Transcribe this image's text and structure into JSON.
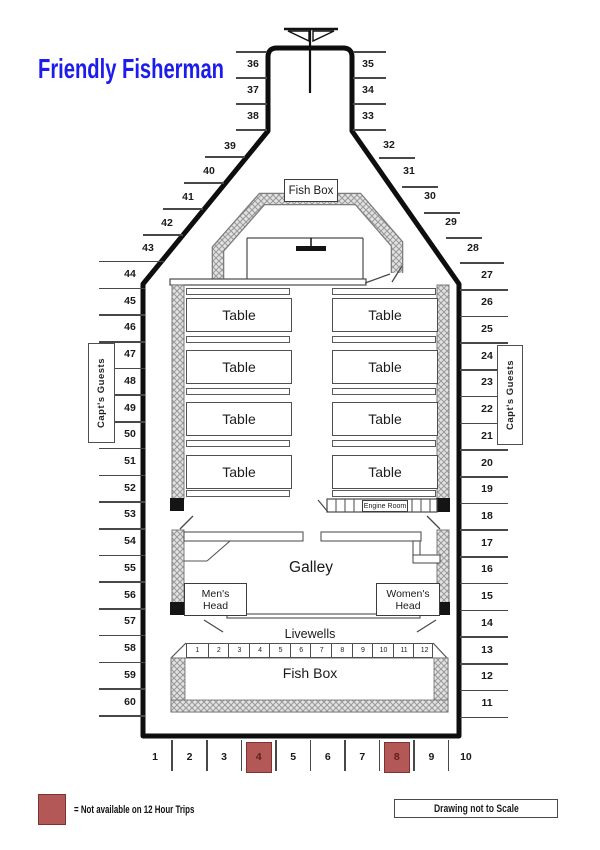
{
  "title": "Friendly Fisherman",
  "colors": {
    "title": "#1c1cec",
    "unavailable_fill": "#b35757",
    "unavailable_border": "#7d3333",
    "unavailable_number": "#5f1f1f"
  },
  "deck": {
    "bow_fish_box": "Fish Box",
    "stern_fish_box": "Fish Box",
    "table": "Table",
    "galley": "Galley",
    "engine_room": "Engine Room",
    "mens_head_line1": "Men's",
    "mens_head_line2": "Head",
    "womens_head_line1": "Women's",
    "womens_head_line2": "Head",
    "livewells": "Livewells",
    "capts_guests": "Capt's Guests"
  },
  "seats": {
    "stern": [
      "1",
      "2",
      "3",
      "4",
      "5",
      "6",
      "7",
      "8",
      "9",
      "10"
    ],
    "starboard_side": [
      "11",
      "12",
      "13",
      "14",
      "15",
      "16",
      "17",
      "18",
      "19",
      "20",
      "21",
      "22",
      "23",
      "24",
      "25",
      "26",
      "27"
    ],
    "starboard_angled": [
      "28",
      "29",
      "30",
      "31",
      "32"
    ],
    "starboard_bow": [
      "33",
      "34",
      "35"
    ],
    "port_bow": [
      "36",
      "37",
      "38"
    ],
    "port_angled": [
      "39",
      "40",
      "41",
      "42",
      "43"
    ],
    "port_side": [
      "44",
      "45",
      "46",
      "47",
      "48",
      "49",
      "50",
      "51",
      "52",
      "53",
      "54",
      "55",
      "56",
      "57",
      "58",
      "59",
      "60"
    ],
    "unavailable": [
      "4",
      "8"
    ]
  },
  "livewell_numbers": [
    "1",
    "2",
    "3",
    "4",
    "5",
    "6",
    "7",
    "8",
    "9",
    "10",
    "11",
    "12"
  ],
  "legend": {
    "text": "= Not available on 12 Hour Trips"
  },
  "scale_note": "Drawing not to Scale"
}
